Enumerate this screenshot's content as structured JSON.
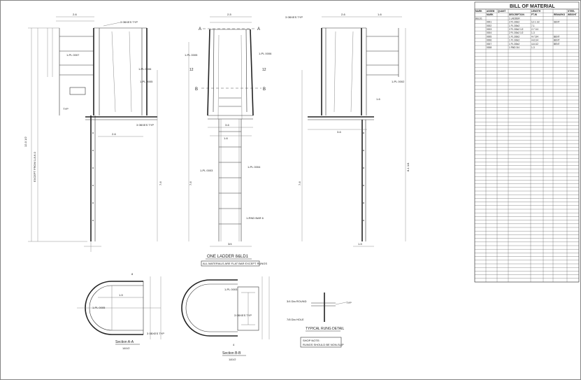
{
  "drawing": {
    "title": "ONE LADDER 8&LD1",
    "subtitle": "ALL MATERIALS ARE FLAT BAR EXCEPT RUNGS",
    "section_aa": {
      "title": "Section A-A",
      "scale": "1&1/2"
    },
    "section_bb": {
      "title": "Section B-B",
      "scale": "1&1/2"
    },
    "rung_detail": {
      "title": "TYPICAL RUNG DETAIL",
      "label_rung": "3/4 Dia ROUND",
      "label_hole": "7/8 Dia HOLE",
      "label_typ": "TYP",
      "shop_note_1": "SHOP NOTE:",
      "shop_note_2": "RUNGS SHOULD BE NON-SLIP"
    },
    "markers": {
      "a": "A",
      "b": "B"
    },
    "labels": {
      "dim_2_6": "2-6",
      "dim_2_5": "2-5",
      "dim_1_6": "1-6",
      "dim_3_4": "3/4",
      "dim_7_6": "7-6",
      "dim_3_6": "3-6",
      "dim_12": "12",
      "dim_1_5": "1-5",
      "dim_3_6ft": "3-6",
      "dim_6": "6",
      "dim_3": "3",
      "dim_7_6b": "7-6",
      "dim_8": "8",
      "dim_4": "4",
      "note_pl_0005": "1-PL 0005",
      "note_pl_0006": "1-PL 0006",
      "note_pl_0007": "1-PL 0007",
      "note_pl_0004": "1-PL 0004",
      "note_pl_0003": "1-PL 0003",
      "note_pl_0002": "1-PL 0002",
      "note_boxes": "3 0BXES TYP",
      "note_typ": "TYP",
      "note_rnd": "1-RND BAR 6",
      "vert_label": "EXCEPT FROM 1-8-6-0",
      "vert_dim": "12-0 1/2",
      "vert_dim2": "7-6",
      "vert_dim3": "8-1 1/4"
    },
    "bom": {
      "title": "BILL OF MATERIAL",
      "headers_1": [
        "MARK",
        "ASSEM",
        "QUANT",
        "",
        "LENGTH",
        "",
        "",
        "STEEL"
      ],
      "headers_2": [
        "",
        "MARK",
        "",
        "DESCRIPTION",
        "FT-IN",
        "",
        "REMARKS",
        "WEIGHT"
      ],
      "rows": [
        [
          "8&LD1",
          "",
          "",
          "1 LADDER",
          "",
          "",
          "",
          ""
        ],
        [
          "",
          "0001",
          "",
          "2 PL 3/8x2",
          "12-1 1/2",
          "",
          "SENT",
          ""
        ],
        [
          "",
          "0002",
          "",
          "1 PL 3/8x2",
          "7-1",
          "",
          "",
          ""
        ],
        [
          "",
          "0003",
          "",
          "2 PL 3/8x2 1/2",
          "2-7 1/4",
          "",
          "",
          ""
        ],
        [
          "",
          "0004",
          "",
          "2 PL 3/8x2 1/2",
          "1-3",
          "",
          "",
          ""
        ],
        [
          "",
          "0005",
          "",
          "1 PL 3/8x2",
          "4-7 3/4",
          "",
          "BENT",
          ""
        ],
        [
          "",
          "0006",
          "",
          "1 PL 3/8x2",
          "4-8 1/4",
          "",
          "BENT",
          ""
        ],
        [
          "",
          "0007",
          "",
          "1 PL 3/8x2",
          "4-6 1/2",
          "",
          "BENT",
          ""
        ],
        [
          "",
          "0008",
          "",
          "1 RND 3/4",
          "1-3",
          "",
          "",
          ""
        ]
      ]
    }
  }
}
